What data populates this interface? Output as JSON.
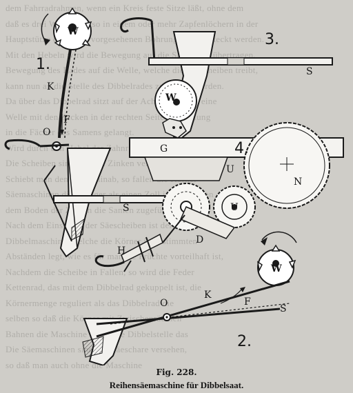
{
  "figure": {
    "number": "Fig. 228.",
    "title": "Reihensäemaschine für Dibbelsaat."
  },
  "panels": [
    {
      "id": "1",
      "label": "1."
    },
    {
      "id": "2",
      "label": "2."
    },
    {
      "id": "3",
      "label": "3."
    },
    {
      "id": "4",
      "label": "4."
    }
  ],
  "part_labels": {
    "W": "W",
    "K": "K",
    "F": "F",
    "O": "O",
    "S": "S",
    "G": "G",
    "U": "U",
    "N": "N",
    "H": "H",
    "D": "D"
  },
  "bleed_through_lines": [
    "dem Fahrradrahmen, wenn ein Kreis feste Sitze läßt, ohne dem",
    "daß es drei Wege gibt, so in einem oder mehr Zapfenlöchern in der",
    "Hauptstütze durch die vorgesehenen Bohrungen eingesteckt werden.",
    "Mit den Hebeln wird die Bewegung auf die Sägewelle übertragen,",
    "Bewegung des Rades auf die Welle, welche die Säescheiben treibt,",
    "kann nun an die Stelle des Dibbelrades zugestellt werden.",
    "Da über das Dibbelrad sitzt auf der Achse befestigt eine",
    "Welle mit den Zacken in der rechten Seite der Leitung",
    "in die Fächer des Samens gelangt.",
    "Wird durch den Hebel der Zahnrad gezeigt, so wird",
    "Die Scheiben sind mit den Zinken verbunden.",
    "Schiebt man den Hebel hinab, so fallen die Körner",
    "Säemaschinen die weniger als einen Zoll in Reihe säen",
    "dem Boden der Zinken die Samen zugeführt werden.",
    "Nach dem Einsetzen der Säescheiben ist der",
    "Dibbelmaschine, welche die Körner in bestimmten",
    "Abständen legt, wie es für manche Früchte vorteilhaft ist,",
    "Nachdem die Scheibe in Fallen, so wird die Feder",
    "Kettenrad, das mit dem Dibbelrad gekuppelt ist, die",
    "Körnermenge reguliert als das Dibbelrad die",
    "selben so daß die Körner mit Zwischenräumen",
    "Bahnen die Maschine durch die Dibbelstelle das",
    "Die Säemaschinen sind mit Säeschare versehen,",
    "so daß man auch ohne die Maschine"
  ]
}
